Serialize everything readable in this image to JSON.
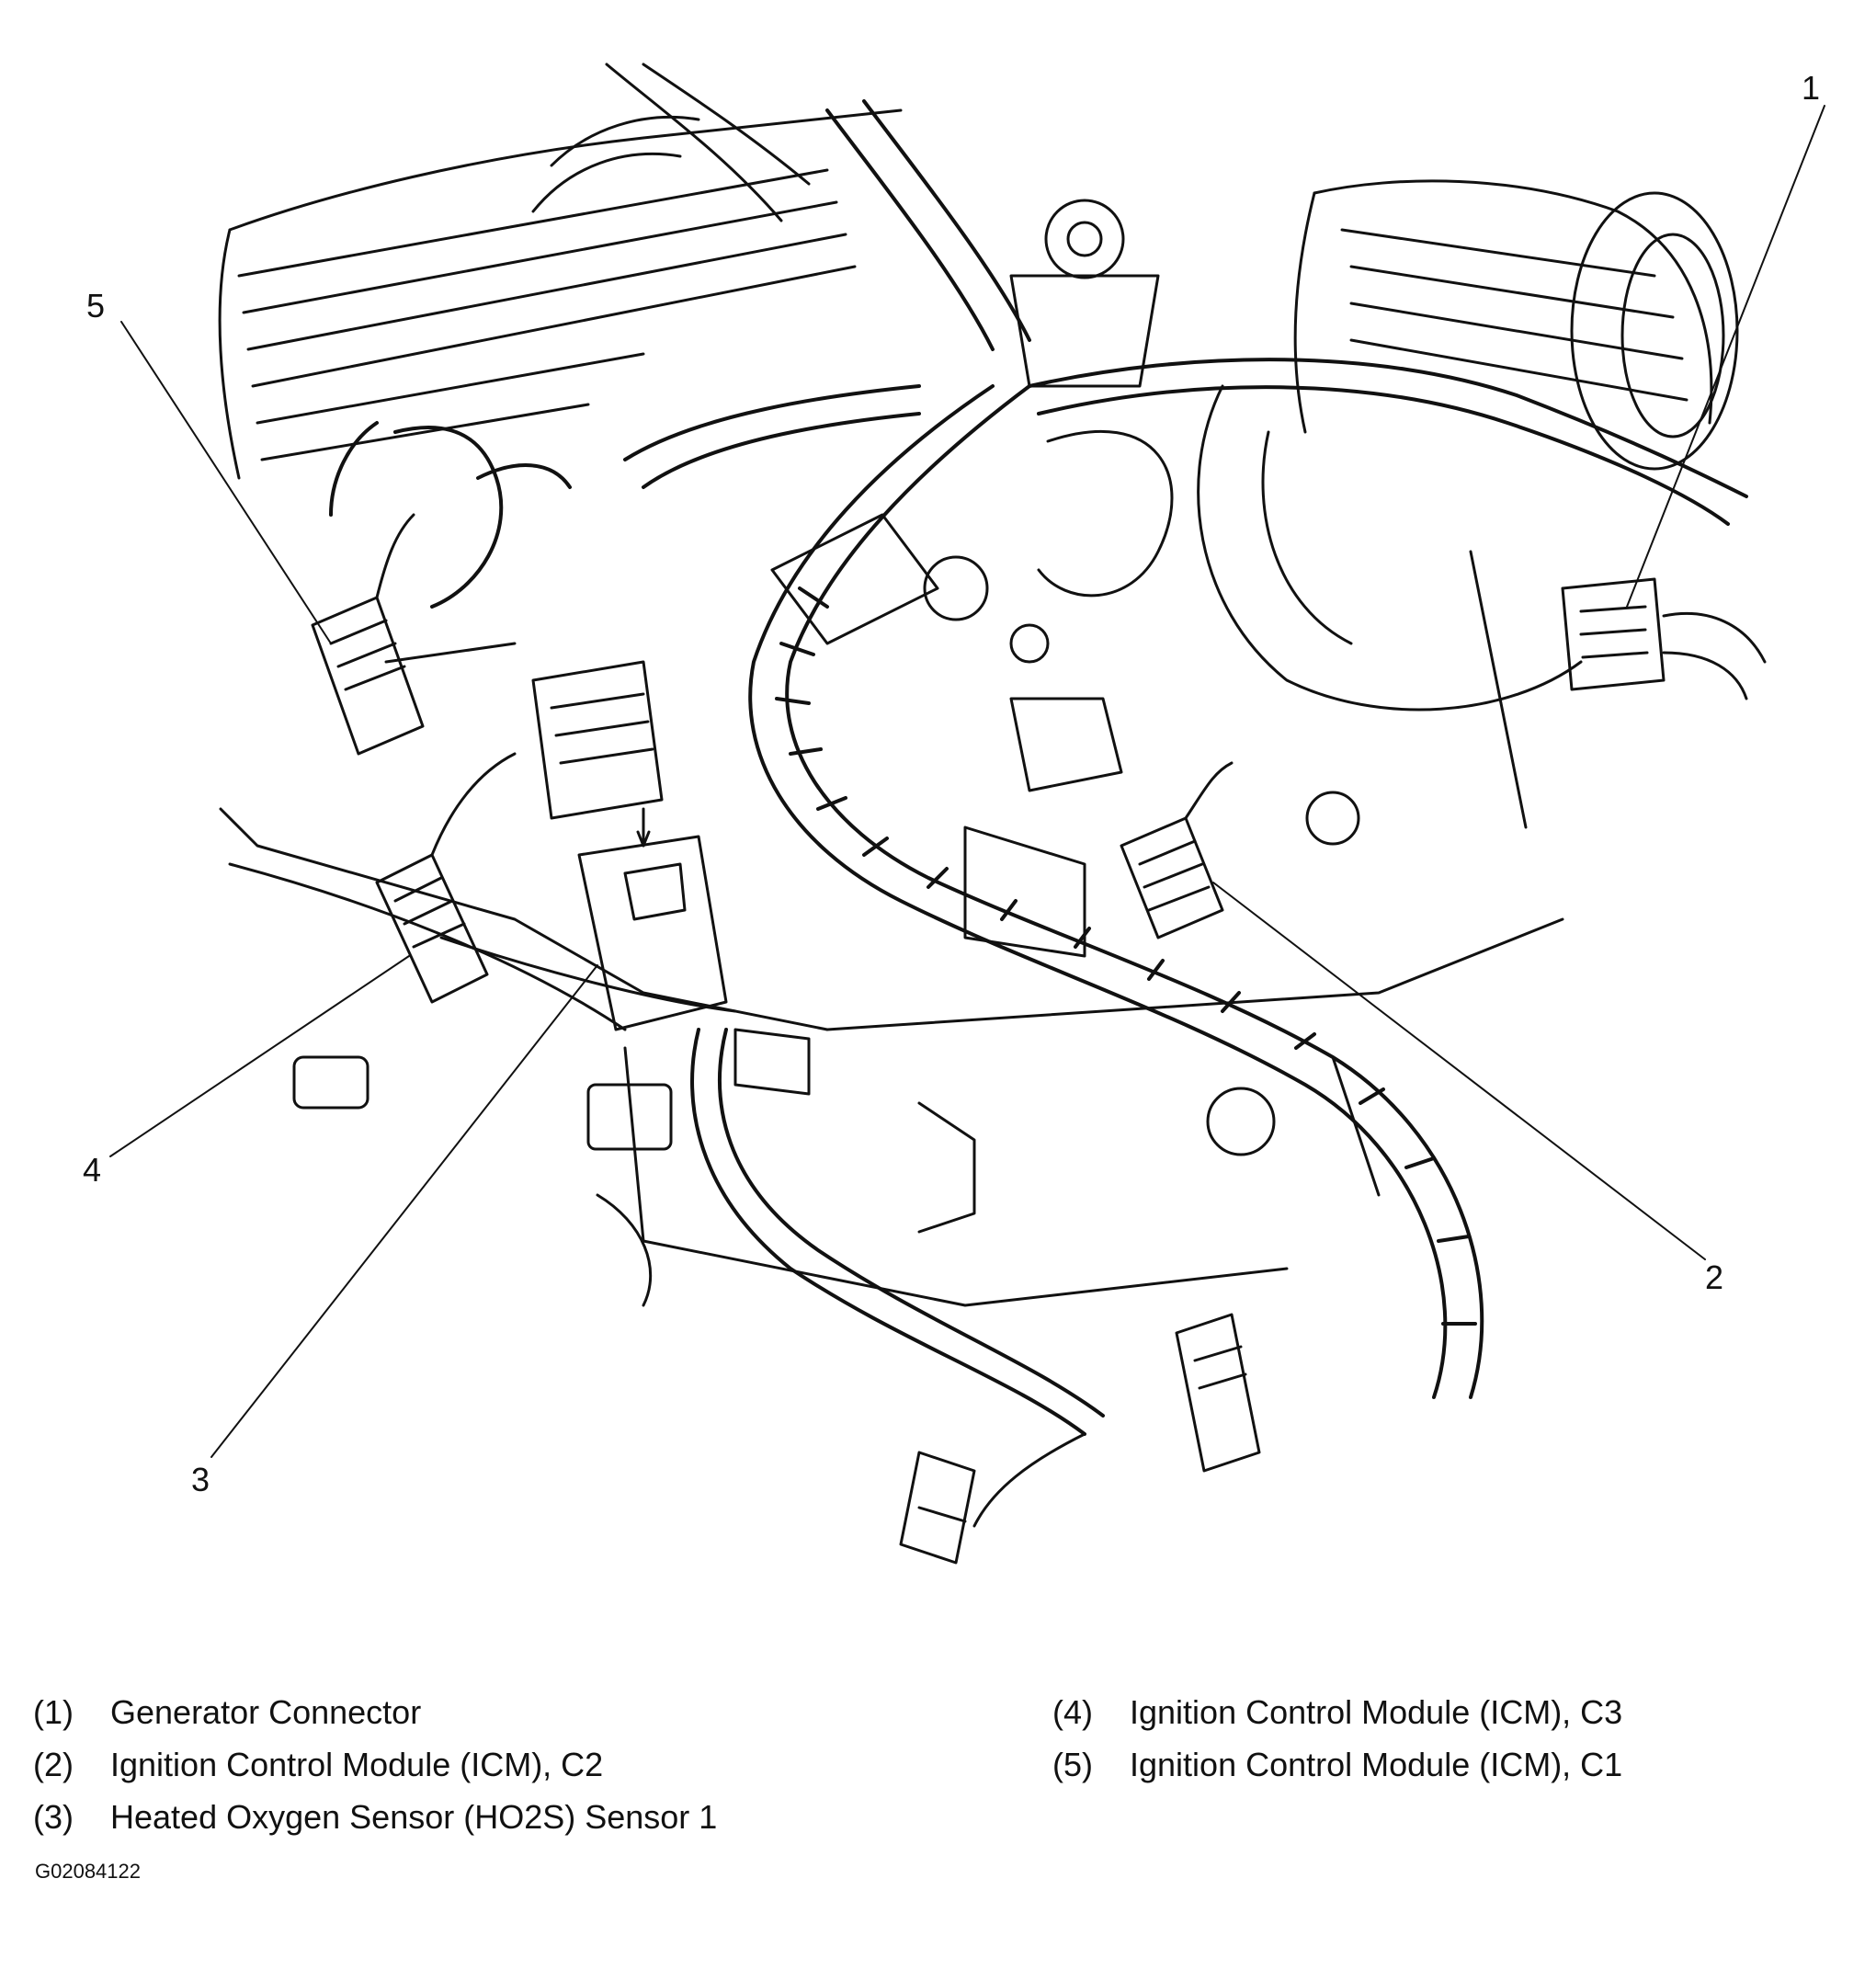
{
  "callouts": {
    "c1": "1",
    "c2": "2",
    "c3": "3",
    "c4": "4",
    "c5": "5"
  },
  "legend": [
    {
      "num": "(1)",
      "text": "Generator Connector"
    },
    {
      "num": "(2)",
      "text": "Ignition Control Module (ICM), C2"
    },
    {
      "num": "(3)",
      "text": "Heated Oxygen Sensor (HO2S) Sensor 1"
    },
    {
      "num": "(4)",
      "text": "Ignition Control Module (ICM), C3"
    },
    {
      "num": "(5)",
      "text": "Ignition Control Module (ICM), C1"
    }
  ],
  "figure_id": "G02084122"
}
